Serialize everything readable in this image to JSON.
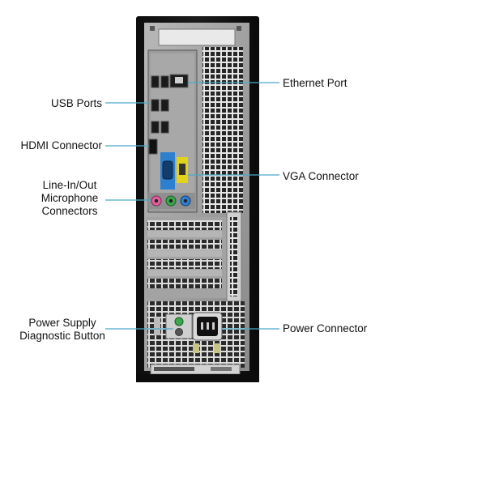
{
  "callouts": {
    "usb_ports": "USB Ports",
    "hdmi_connector": "HDMI Connector",
    "line_in_out_1": "Line-In/Out",
    "line_in_out_2": "Microphone",
    "line_in_out_3": "Connectors",
    "power_supply_1": "Power Supply",
    "power_supply_2": "Diagnostic Button",
    "ethernet_port": "Ethernet Port",
    "vga_connector": "VGA Connector",
    "power_connector": "Power Connector"
  },
  "colors": {
    "callout_line": "#4aa8c9",
    "chassis": "#141414",
    "panel": "#9a9a9a",
    "port_blue": "#2d7fcf",
    "port_pink": "#e0609a",
    "port_green": "#3aa84a",
    "port_yellow": "#e3d21a"
  }
}
